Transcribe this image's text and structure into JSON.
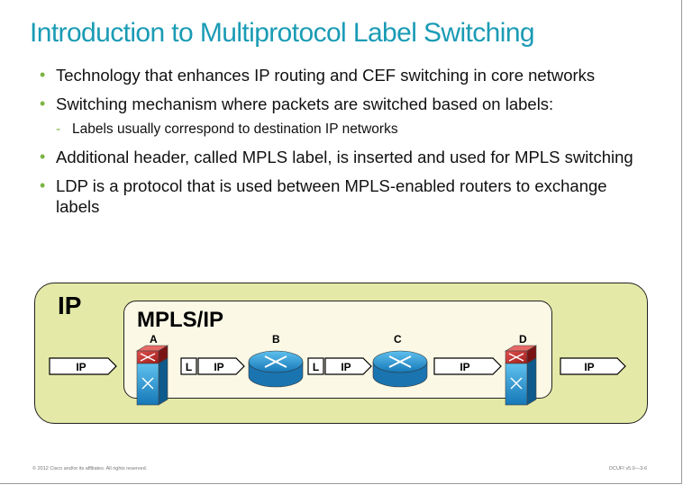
{
  "slide": {
    "title": "Introduction to Multiprotocol Label Switching",
    "bullets": [
      {
        "text": "Technology that enhances IP routing and CEF switching in core networks"
      },
      {
        "text": "Switching mechanism where packets are switched based on labels:",
        "sub": [
          "Labels usually correspond to destination IP networks"
        ]
      },
      {
        "text": "Additional header, called MPLS label, is inserted and used for MPLS switching"
      },
      {
        "text": "LDP is a protocol that is used between MPLS-enabled routers to exchange labels"
      }
    ]
  },
  "diagram": {
    "outer_label": "IP",
    "inner_label": "MPLS/IP",
    "routers": {
      "a": "A",
      "b": "B",
      "c": "C",
      "d": "D"
    },
    "packets": {
      "ip": "IP",
      "label": "L"
    }
  },
  "footer": {
    "copyright": "© 2012 Cisco and/or its affiliates. All rights reserved.",
    "code": "DCUFI v5.0—3-6"
  }
}
